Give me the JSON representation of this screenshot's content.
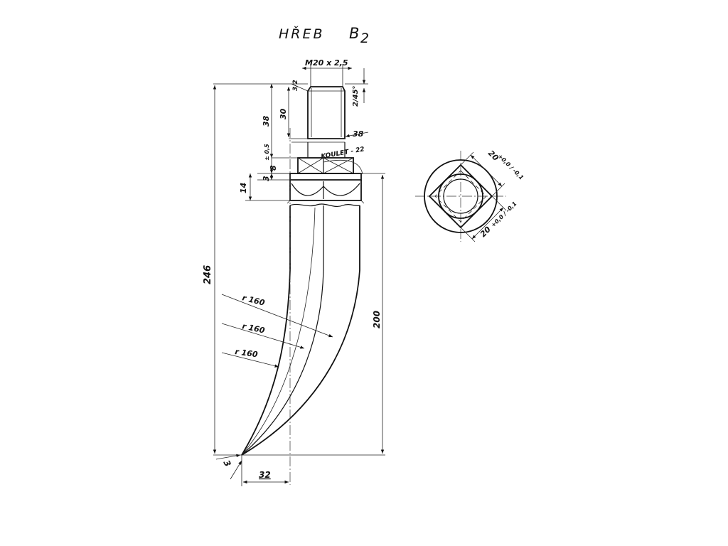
{
  "title": {
    "name": "HŘEB",
    "code": "B",
    "code_sub": "2"
  },
  "dimensions": {
    "thread": "M20 x 2,5",
    "chamfer_small": "3/2",
    "chamfer_top": "2/45°",
    "thread_length": "30",
    "shank_length": "38",
    "dia_38": "38",
    "collar": "8",
    "collar_tol": "± 0,5",
    "koulet": "KOULET - 22",
    "flange": "3",
    "head_height": "14",
    "overall": "246",
    "spike_length": "200",
    "radius_1": "r 160",
    "radius_2": "r 160",
    "radius_3": "r 160",
    "tip": "3",
    "offset": "32",
    "square_top": "20",
    "square_top_tol": "+0,0 / -0,1",
    "square_bottom": "20",
    "square_bottom_tol": "+0,0 / -0,1"
  }
}
